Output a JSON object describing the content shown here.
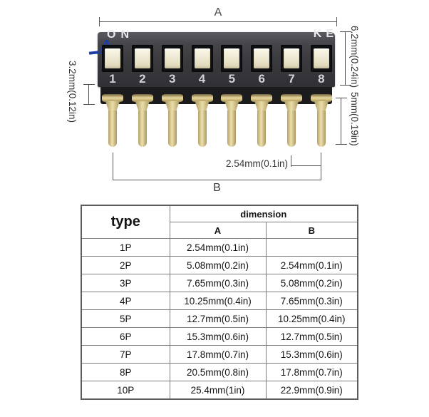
{
  "diagram": {
    "top_dim_label": "A",
    "bottom_dim_label": "B",
    "pitch_label": "2.54mm(0.1in)",
    "left_dim_label": "3.2mm(0.12in)",
    "body_height_label": "6.2mm(0.24in)",
    "pin_length_label": "5mm(0.19in)",
    "on_label": "ON",
    "brand_label": "KE",
    "watermark_label": "A",
    "switch_labels": [
      "1",
      "2",
      "3",
      "4",
      "5",
      "6",
      "7",
      "8"
    ],
    "colors": {
      "body": "#3a3a3e",
      "actuator": "#efe9d6",
      "pin_gold": "#d9c98e",
      "watermark_blue": "#1c3ca8"
    }
  },
  "table": {
    "col_type": "type",
    "col_dimension": "dimension",
    "col_a": "A",
    "col_b": "B",
    "rows": [
      {
        "type": "1P",
        "a": "2.54mm(0.1in)",
        "b": ""
      },
      {
        "type": "2P",
        "a": "5.08mm(0.2in)",
        "b": "2.54mm(0.1in)"
      },
      {
        "type": "3P",
        "a": "7.65mm(0.3in)",
        "b": "5.08mm(0.2in)"
      },
      {
        "type": "4P",
        "a": "10.25mm(0.4in)",
        "b": "7.65mm(0.3in)"
      },
      {
        "type": "5P",
        "a": "12.7mm(0.5in)",
        "b": "10.25mm(0.4in)"
      },
      {
        "type": "6P",
        "a": "15.3mm(0.6in)",
        "b": "12.7mm(0.5in)"
      },
      {
        "type": "7P",
        "a": "17.8mm(0.7in)",
        "b": "15.3mm(0.6in)"
      },
      {
        "type": "8P",
        "a": "20.5mm(0.8in)",
        "b": "17.8mm(0.7in)"
      },
      {
        "type": "10P",
        "a": "25.4mm(1in)",
        "b": "22.9mm(0.9in)"
      }
    ]
  }
}
